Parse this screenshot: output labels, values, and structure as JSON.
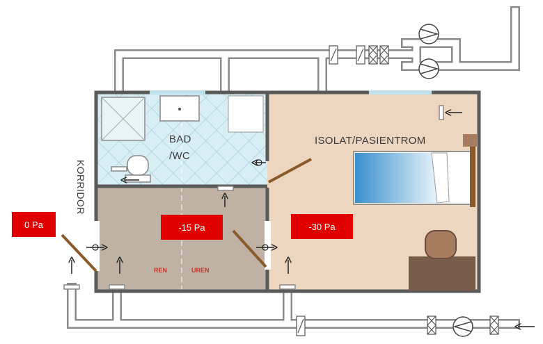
{
  "rooms": {
    "bathroom_label_line1": "BAD",
    "bathroom_label_line2": "/WC",
    "patient_room_label": "ISOLAT/PASIENTROM",
    "corridor_label": "KORRIDOR"
  },
  "zones": {
    "clean": "REN",
    "unclean": "UREN"
  },
  "pressures": {
    "corridor": "0 Pa",
    "anteroom": "-15 Pa",
    "patient_room": "-30 Pa"
  },
  "colors": {
    "pressure_badge": "#e00000",
    "anteroom_floor": "#bfb2a5",
    "patient_floor": "#ecd6bf",
    "bath_tile": "#bfe0ea",
    "wall": "#5a5a5a",
    "duct": "#ffffff",
    "door": "#8a5a2b",
    "zone_text": "#c0392b"
  },
  "icons": [
    "supply-air-arrow-icon",
    "extract-air-arrow-icon",
    "fan-icon",
    "damper-icon",
    "filter-icon",
    "door-icon"
  ]
}
